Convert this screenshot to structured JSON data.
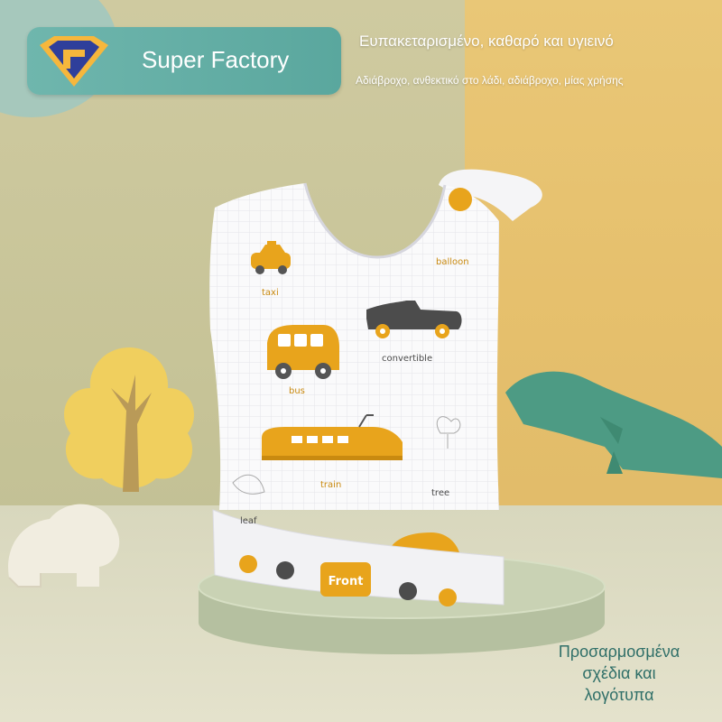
{
  "brand": {
    "name": "Super Factory",
    "logo_icon": "shield-logo-icon"
  },
  "headline": "Ευπακεταρισμένο, καθαρό και υγιεινό",
  "subline": "Αδιάβροχο, ανθεκτικό στο λάδι, αδιάβροχο, μίας χρήσης",
  "note": {
    "line1": "Προσαρμοσμένα",
    "line2": "σχέδια και",
    "line3": "λογότυπα"
  },
  "bib_labels": {
    "taxi": "taxi",
    "balloon": "balloon",
    "bus": "bus",
    "convertible": "convertible",
    "train": "train",
    "tree": "tree",
    "leaf": "leaf",
    "front": "Front"
  },
  "colors": {
    "accent": "#e8a41c",
    "brand_teal": "#62aea5",
    "note_text": "#2f6f68"
  }
}
